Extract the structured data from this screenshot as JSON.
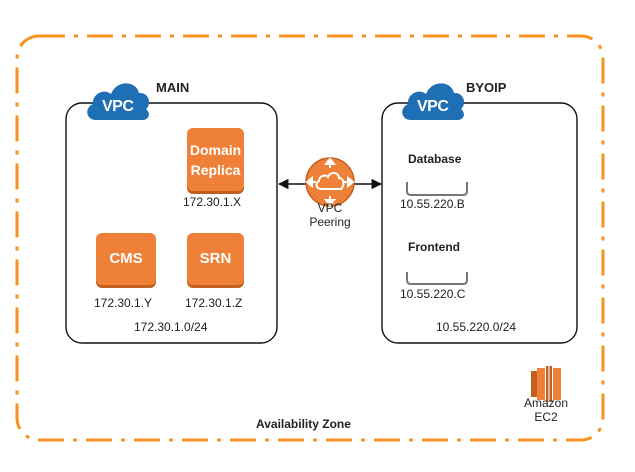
{
  "zone": {
    "label": "Availability Zone",
    "border_color": "#f7931e"
  },
  "vpc_main": {
    "badge": "VPC",
    "title": "MAIN",
    "cidr": "172.30.1.0/24",
    "nodes": [
      {
        "label": "Domain\nReplica",
        "ip": "172.30.1.X"
      },
      {
        "label": "CMS",
        "ip": "172.30.1.Y"
      },
      {
        "label": "SRN",
        "ip": "172.30.1.Z"
      }
    ]
  },
  "vpc_byoip": {
    "badge": "VPC",
    "title": "BYOIP",
    "cidr": "10.55.220.0/24",
    "items": [
      {
        "label": "Database",
        "ip": "10.55.220.B"
      },
      {
        "label": "Frontend",
        "ip": "10.55.220.C"
      }
    ]
  },
  "peering": {
    "label_line1": "VPC",
    "label_line2": "Peering",
    "icon": "vpc-peering-router-icon"
  },
  "ec2": {
    "label_line1": "Amazon",
    "label_line2": "EC2",
    "icon": "amazon-ec2-icon"
  },
  "colors": {
    "accent": "#ef8038",
    "vpc_blue": "#1f6fb5",
    "line": "#111111"
  }
}
